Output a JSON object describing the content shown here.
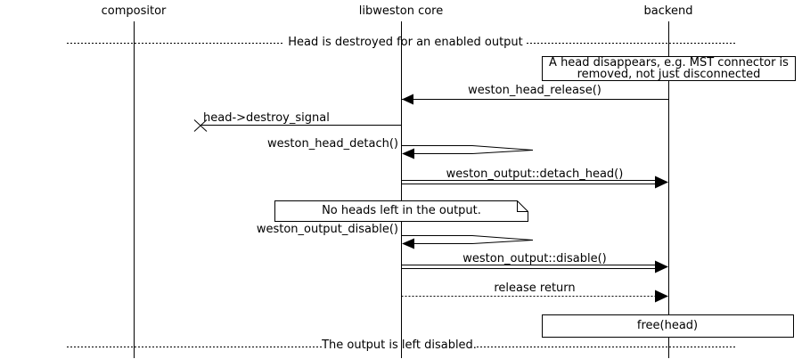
{
  "diagram": {
    "kind": "sequence-diagram",
    "colors": {
      "ink": "#000000",
      "background": "#ffffff"
    },
    "participants": [
      {
        "label": "compositor"
      },
      {
        "label": "libweston core"
      },
      {
        "label": "backend"
      }
    ],
    "dividers": [
      {
        "label": "Head is destroyed for an enabled output"
      },
      {
        "label": "The output is left disabled."
      }
    ],
    "notes": [
      {
        "shape": "box",
        "anchor": "backend",
        "line1": "A head disappears, e.g. MST connector is",
        "line2": "removed, not just disconnected"
      },
      {
        "shape": "folded-note",
        "anchor": "libweston core",
        "line1": "No heads left in the output."
      }
    ],
    "messages": [
      {
        "label": "weston_head_release()",
        "from": "backend",
        "to": "libweston core",
        "line": "solid",
        "arrow": "filled"
      },
      {
        "label": "head->destroy_signal",
        "from": "libweston core",
        "to": "compositor",
        "line": "solid",
        "arrow": "lost-x"
      },
      {
        "label": "weston_head_detach()",
        "from": "libweston core",
        "to": "libweston core",
        "line": "self-call",
        "arrow": "filled"
      },
      {
        "label": "weston_output::detach_head()",
        "from": "libweston core",
        "to": "backend",
        "line": "double",
        "arrow": "filled"
      },
      {
        "label": "weston_output_disable()",
        "from": "libweston core",
        "to": "libweston core",
        "line": "self-call",
        "arrow": "filled"
      },
      {
        "label": "weston_output::disable()",
        "from": "libweston core",
        "to": "backend",
        "line": "double",
        "arrow": "filled"
      },
      {
        "label": "release return",
        "from": "libweston core",
        "to": "backend",
        "line": "dotted",
        "arrow": "filled"
      },
      {
        "label": "free(head)",
        "on": "backend",
        "kind": "action-box"
      }
    ]
  }
}
